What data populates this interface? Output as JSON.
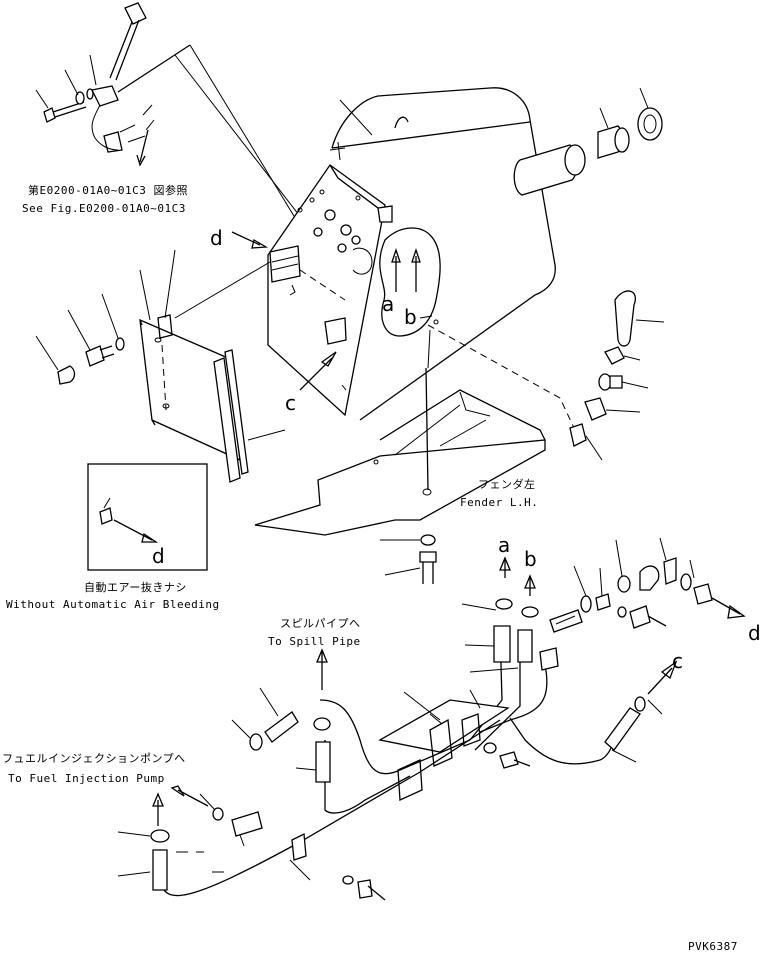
{
  "references": {
    "see_fig_jp": "第E0200-01A0~01C3 図参照",
    "see_fig_en": "See Fig.E0200-01A0~01C3"
  },
  "fender": {
    "jp": "フェンダ左",
    "en": "Fender L.H."
  },
  "inset": {
    "jp": "自動エアー抜きナシ",
    "en": "Without Automatic Air Bleeding"
  },
  "spill_pipe": {
    "jp": "スピルパイプへ",
    "en": "To Spill Pipe"
  },
  "injection_pump": {
    "jp": "フュエルインジェクションポンプへ",
    "en": "To Fuel Injection Pump"
  },
  "connection_letters": {
    "a": "a",
    "b": "b",
    "c": "c",
    "d": "d"
  },
  "drawing_number": "PVK6387"
}
